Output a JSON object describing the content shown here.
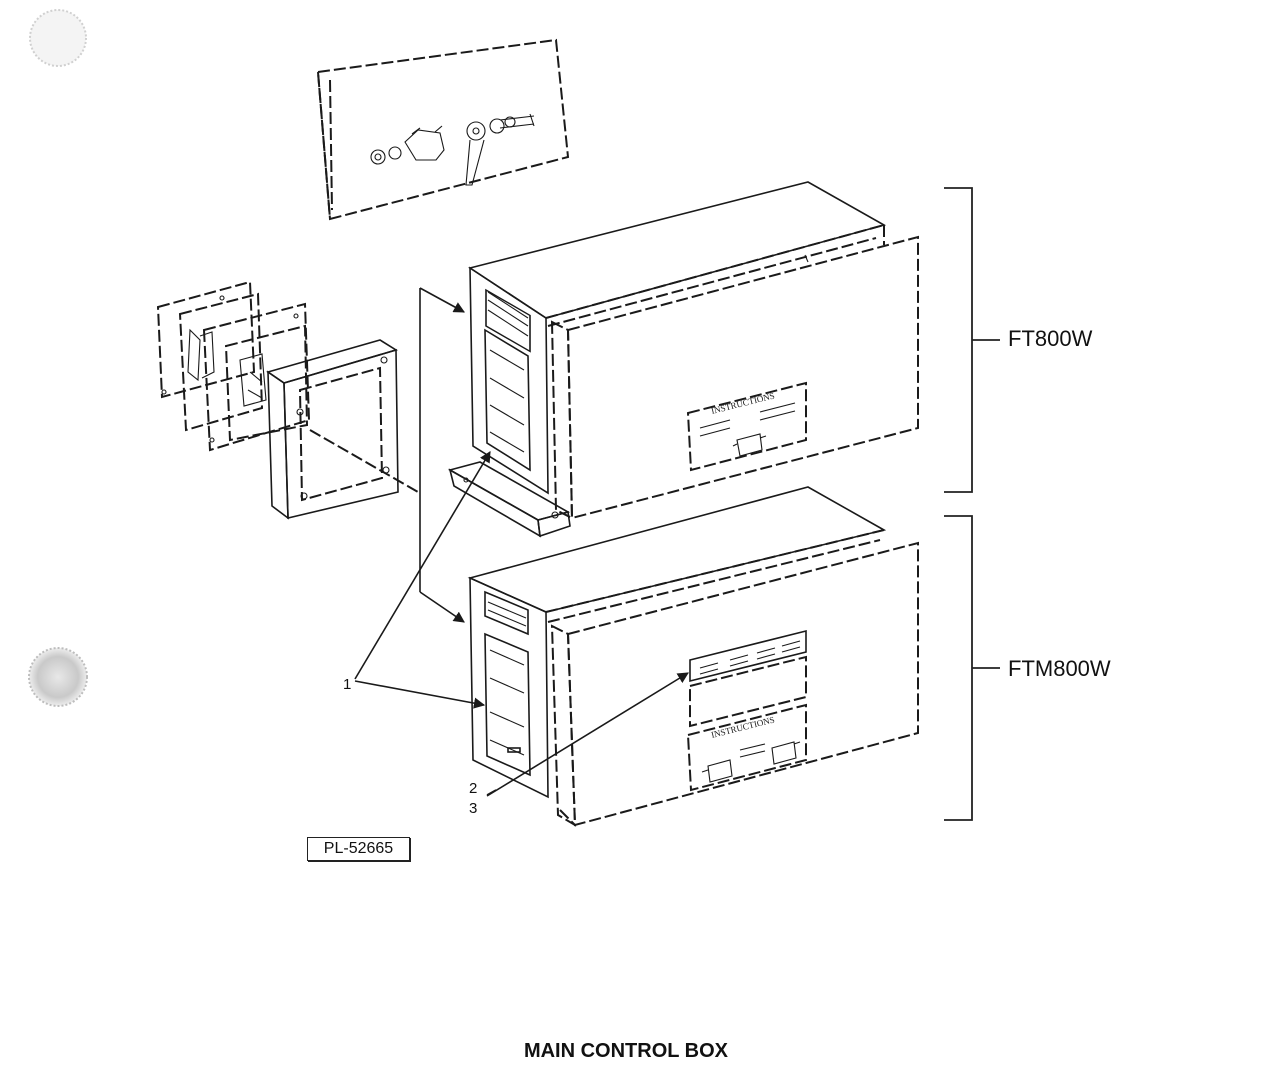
{
  "diagram": {
    "title": "MAIN CONTROL BOX",
    "part_number": "PL-52665",
    "models": [
      {
        "name": "FT800W"
      },
      {
        "name": "FTM800W"
      }
    ],
    "callouts": [
      "1",
      "2",
      "3"
    ],
    "panel_text": "INSTRUCTIONS"
  }
}
